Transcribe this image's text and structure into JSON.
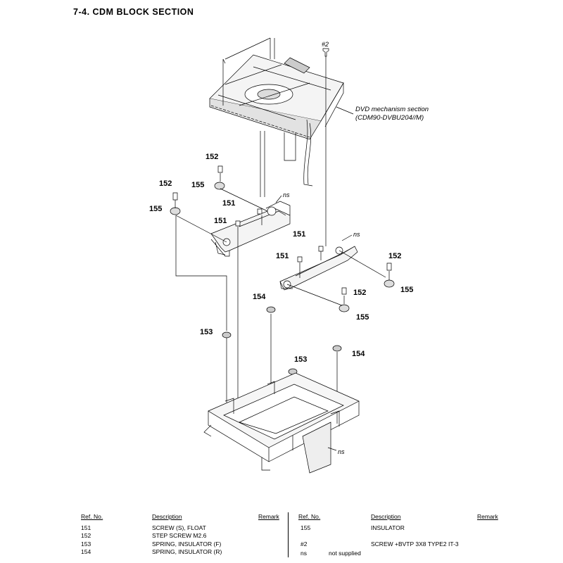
{
  "page": {
    "title": "7-4.   CDM BLOCK SECTION"
  },
  "diagram": {
    "dvd_label_1": "DVD mechanism section",
    "dvd_label_2": "(CDM90-DVBU204//M)",
    "callouts": {
      "c151a": "151",
      "c151b": "151",
      "c151c": "151",
      "c151d": "151",
      "c152a": "152",
      "c152b": "152",
      "c152c": "152",
      "c152d": "152",
      "c153a": "153",
      "c153b": "153",
      "c154a": "154",
      "c154b": "154",
      "c155a": "155",
      "c155b": "155",
      "c155c": "155",
      "c155d": "155",
      "s2": "#2",
      "ns1": "ns",
      "ns2": "ns",
      "ns3": "ns"
    }
  },
  "table": {
    "left": {
      "h_ref": "Ref. No.",
      "h_desc": "Description",
      "h_rem": "Remark",
      "rows": [
        {
          "ref": "151",
          "desc": "SCREW (S), FLOAT"
        },
        {
          "ref": "152",
          "desc": "STEP SCREW M2.6"
        },
        {
          "ref": "153",
          "desc": "SPRING, INSULATOR (F)"
        },
        {
          "ref": "154",
          "desc": "SPRING, INSULATOR (R)"
        }
      ]
    },
    "right": {
      "h_ref": "Ref. No.",
      "h_desc": "Description",
      "h_rem": "Remark",
      "r1_ref": "155",
      "r1_desc": "INSULATOR",
      "r2_ref": "#2",
      "r2_desc": "SCREW +BVTP 3X8 TYPE2 IT-3",
      "r3_ref": "ns",
      "r3_note": "not supplied"
    }
  }
}
